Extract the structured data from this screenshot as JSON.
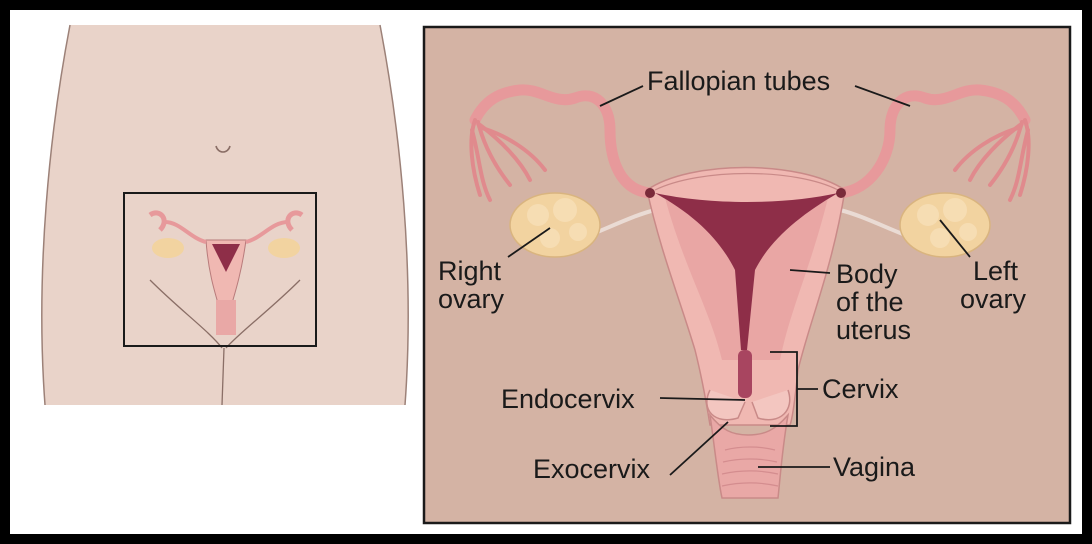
{
  "labels": {
    "fallopian_tubes": "Fallopian tubes",
    "right_ovary_line1": "Right",
    "right_ovary_line2": "ovary",
    "left_ovary_line1": "Left",
    "left_ovary_line2": "ovary",
    "body_line1": "Body",
    "body_line2": "of the",
    "body_line3": "uterus",
    "cervix": "Cervix",
    "endocervix": "Endocervix",
    "exocervix": "Exocervix",
    "vagina": "Vagina"
  },
  "colors": {
    "frame": "#000000",
    "panel_bg": "#d4b3a4",
    "body_skin": "#e9d3c9",
    "uterus": "#f0b8b2",
    "uterus_dark": "#8e2e48",
    "ovary": "#f2d3a0",
    "leader_line": "#1a1a1a"
  }
}
